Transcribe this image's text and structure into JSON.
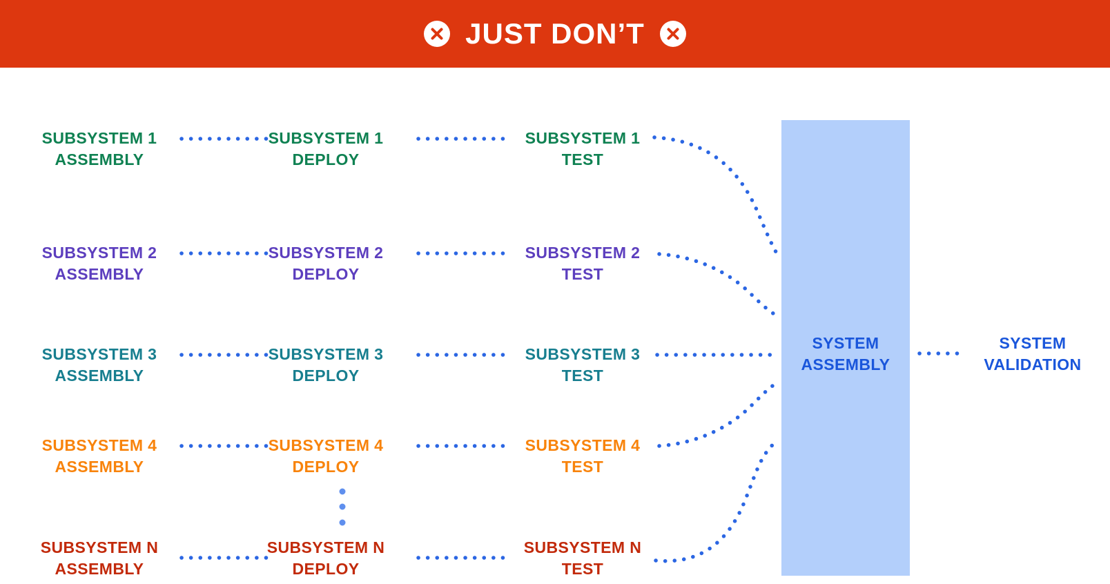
{
  "banner": {
    "title": "JUST DON’T",
    "icon": "circle-x-icon",
    "background_color": "#DD370F",
    "text_color": "#FFFFFF"
  },
  "rows": [
    {
      "num": "1",
      "color": "#0F8152",
      "stages": [
        {
          "line1": "SUBSYSTEM 1",
          "line2": "ASSEMBLY"
        },
        {
          "line1": "SUBSYSTEM 1",
          "line2": "DEPLOY"
        },
        {
          "line1": "SUBSYSTEM 1",
          "line2": "TEST"
        }
      ]
    },
    {
      "num": "2",
      "color": "#5C3EBE",
      "stages": [
        {
          "line1": "SUBSYSTEM 2",
          "line2": "ASSEMBLY"
        },
        {
          "line1": "SUBSYSTEM 2",
          "line2": "DEPLOY"
        },
        {
          "line1": "SUBSYSTEM 2",
          "line2": "TEST"
        }
      ]
    },
    {
      "num": "3",
      "color": "#177E8F",
      "stages": [
        {
          "line1": "SUBSYSTEM 3",
          "line2": "ASSEMBLY"
        },
        {
          "line1": "SUBSYSTEM 3",
          "line2": "DEPLOY"
        },
        {
          "line1": "SUBSYSTEM 3",
          "line2": "TEST"
        }
      ]
    },
    {
      "num": "4",
      "color": "#F8830B",
      "stages": [
        {
          "line1": "SUBSYSTEM 4",
          "line2": "ASSEMBLY"
        },
        {
          "line1": "SUBSYSTEM 4",
          "line2": "DEPLOY"
        },
        {
          "line1": "SUBSYSTEM 4",
          "line2": "TEST"
        }
      ]
    },
    {
      "num": "N",
      "color": "#C22A0B",
      "stages": [
        {
          "line1": "SUBSYSTEM N",
          "line2": "ASSEMBLY"
        },
        {
          "line1": "SUBSYSTEM N",
          "line2": "DEPLOY"
        },
        {
          "line1": "SUBSYSTEM N",
          "line2": "TEST"
        }
      ]
    }
  ],
  "system_assembly": {
    "line1": "SYSTEM",
    "line2": "ASSEMBLY",
    "box_color": "#B3CFFB",
    "text_color": "#1A56DB"
  },
  "system_validation": {
    "line1": "SYSTEM",
    "line2": "VALIDATION",
    "text_color": "#1A56DB"
  },
  "colors": {
    "connector_dots": "#2B66E3",
    "ellipsis_dots": "#5F8FEE",
    "banner_red": "#DD370F"
  }
}
